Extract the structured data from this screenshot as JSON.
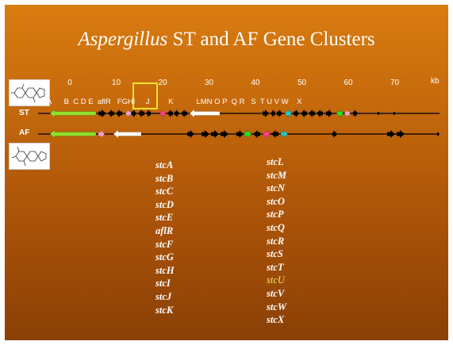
{
  "title": {
    "italic": "Aspergillus",
    "rest": " ST and AF Gene Clusters"
  },
  "scale": {
    "ticks": [
      {
        "label": "0",
        "kb": 0
      },
      {
        "label": "10",
        "kb": 10
      },
      {
        "label": "20",
        "kb": 20
      },
      {
        "label": "30",
        "kb": 30
      },
      {
        "label": "40",
        "kb": 40
      },
      {
        "label": "50",
        "kb": 50
      },
      {
        "label": "60",
        "kb": 60
      },
      {
        "label": "70",
        "kb": 70
      }
    ],
    "unit": "kb"
  },
  "tracks": [
    {
      "id": "ST",
      "label": "ST"
    },
    {
      "id": "AF",
      "label": "AF"
    }
  ],
  "gene_letters": "A      B  C D E  aflR   FGHI     J         K           LMN O P  Q R   S  T U V W    X",
  "gene_list_left": [
    "stcA",
    "stcB",
    "stcC",
    "stcD",
    "stcE",
    "aflR",
    "stcF",
    "stcG",
    "stcH",
    "stcI",
    "stcJ",
    "stcK"
  ],
  "gene_list_right": [
    "stcL",
    "stcM",
    "stcN",
    "stcO",
    "stcP",
    "stcQ",
    "stcR",
    "stcS",
    "stcT",
    "stcU",
    "stcV",
    "stcW",
    "stcX"
  ],
  "highlighted_gene": "stcU",
  "colors": {
    "long_green": "#8fe02a",
    "white_gene": "#ffffff",
    "pink_gene": "#f2a0c8",
    "magenta_gene": "#ff3f8a",
    "cyan_gene": "#20c8c0",
    "bright_green": "#22e02a",
    "black_gene": "#000000",
    "afl_box": "#f0e030",
    "stcU_highlight": "#f2e85a"
  },
  "structure_images": [
    "sterigmatocystin structure",
    "aflatoxin structure"
  ]
}
